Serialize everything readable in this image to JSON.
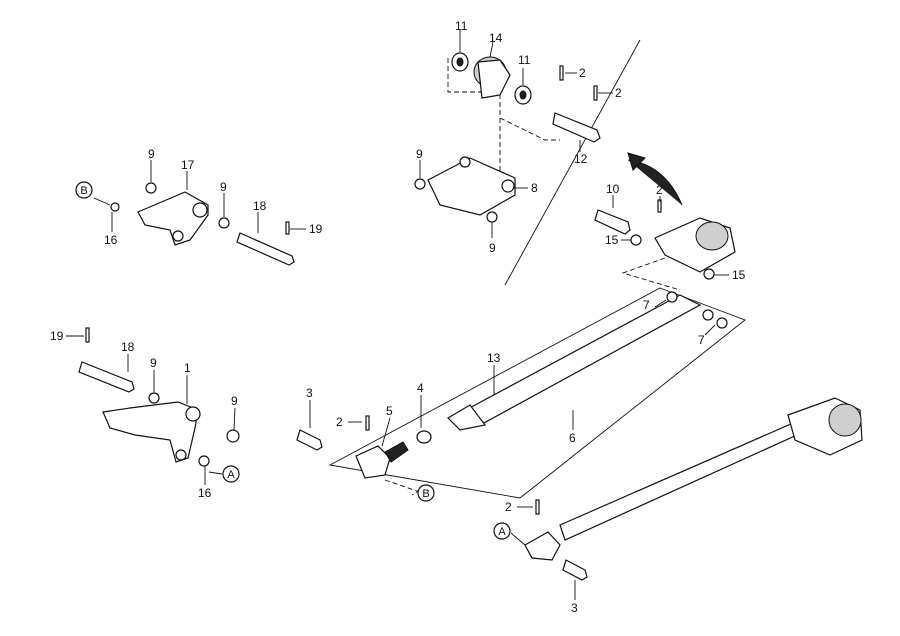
{
  "callouts": {
    "c11a": "11",
    "c14": "14",
    "c11b": "11",
    "c2a": "2",
    "c2b": "2",
    "c12": "12",
    "c9a": "9",
    "c8": "8",
    "c9b": "9",
    "c9c": "9",
    "c17": "17",
    "c9d": "9",
    "c18a": "18",
    "c19a": "19",
    "c16a": "16",
    "c10": "10",
    "c2c": "2",
    "c15a": "15",
    "c15b": "15",
    "c7a": "7",
    "c7b": "7",
    "c13": "13",
    "c6": "6",
    "c19b": "19",
    "c18b": "18",
    "c9e": "9",
    "c1": "1",
    "c9f": "9",
    "c16b": "16",
    "c3a": "3",
    "c2d": "2",
    "c5": "5",
    "c4": "4",
    "c2e": "2",
    "c3b": "3"
  },
  "refs": {
    "ref_b1": "B",
    "ref_b2": "B",
    "ref_a1": "A",
    "ref_a2": "A"
  }
}
